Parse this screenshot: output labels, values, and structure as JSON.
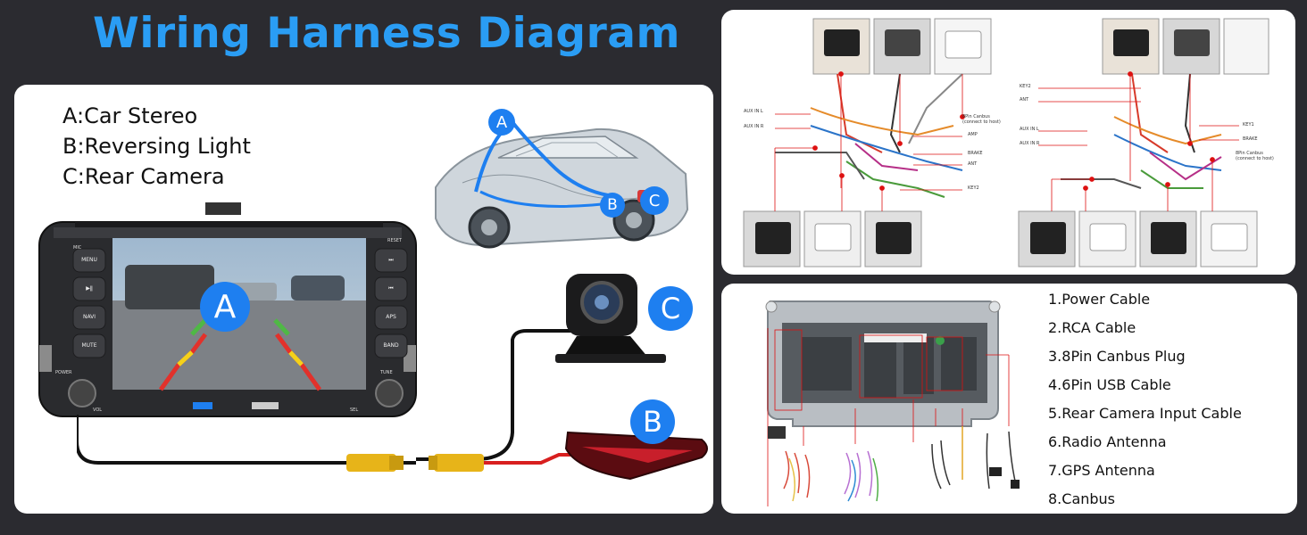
{
  "title": "Wiring Harness Diagram",
  "legend": [
    "A:Car Stereo",
    "B:Reversing Light",
    "C:Rear Camera"
  ],
  "markers": {
    "a": "A",
    "b": "B",
    "c": "C"
  },
  "stereo": {
    "mic": "MIC",
    "reset": "RESET",
    "power": "POWER",
    "tune": "TUNE",
    "vol": "VOL",
    "sel": "SEL",
    "left_buttons": [
      "MENU",
      "▶ǁ",
      "NAVI",
      "MUTE"
    ],
    "right_buttons": [
      "⏭",
      "⏮",
      "APS",
      "BAND"
    ]
  },
  "harness_labels": {
    "left": [
      "AUX IN L",
      "AUX IN R",
      "8Pin Canbus",
      "(connect to host)",
      "AMP",
      "BRAKE",
      "ANT",
      "KEY2"
    ],
    "right": [
      "KEY2",
      "ANT",
      "AUX IN L",
      "AUX IN R",
      "KEY1",
      "BRAKE",
      "8Pin Canbus",
      "(connect to host)"
    ]
  },
  "parts": [
    "1.Power Cable",
    "2.RCA Cable",
    "3.8Pin Canbus Plug",
    "4.6Pin USB Cable",
    "5.Rear Camera Input Cable",
    "6.Radio Antenna",
    "7.GPS Antenna",
    "8.Canbus"
  ],
  "colors": {
    "accent": "#2a9df4",
    "marker": "#1e7ff0",
    "background": "#2b2b30",
    "panel": "#ffffff"
  }
}
